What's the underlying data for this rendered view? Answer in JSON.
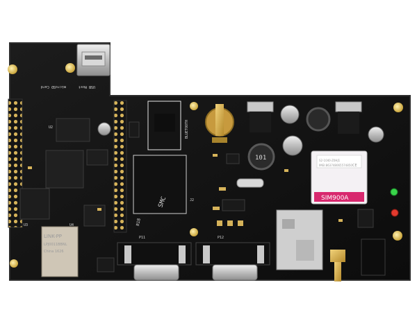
{
  "labels": {
    "microsd": "microSD Card",
    "usb": "USB Host",
    "bluetooth": "BLUETOOTH",
    "smc": "SMC",
    "u2": "U2",
    "u3": "U3",
    "u4": "U4",
    "j2": "J2",
    "p11": "P11",
    "p12": "P12",
    "r18": "R18",
    "inductor": "101",
    "lan_brand": "LINK-PP",
    "lan_part": "LPJ0011BBNL",
    "lan_origin": "China  1626",
    "sim_model": "SIM900A",
    "sim_id": "S2-1040-Z0HJ1",
    "sim_imei": "IMEI:863748065574850",
    "sim_code": "CE"
  }
}
